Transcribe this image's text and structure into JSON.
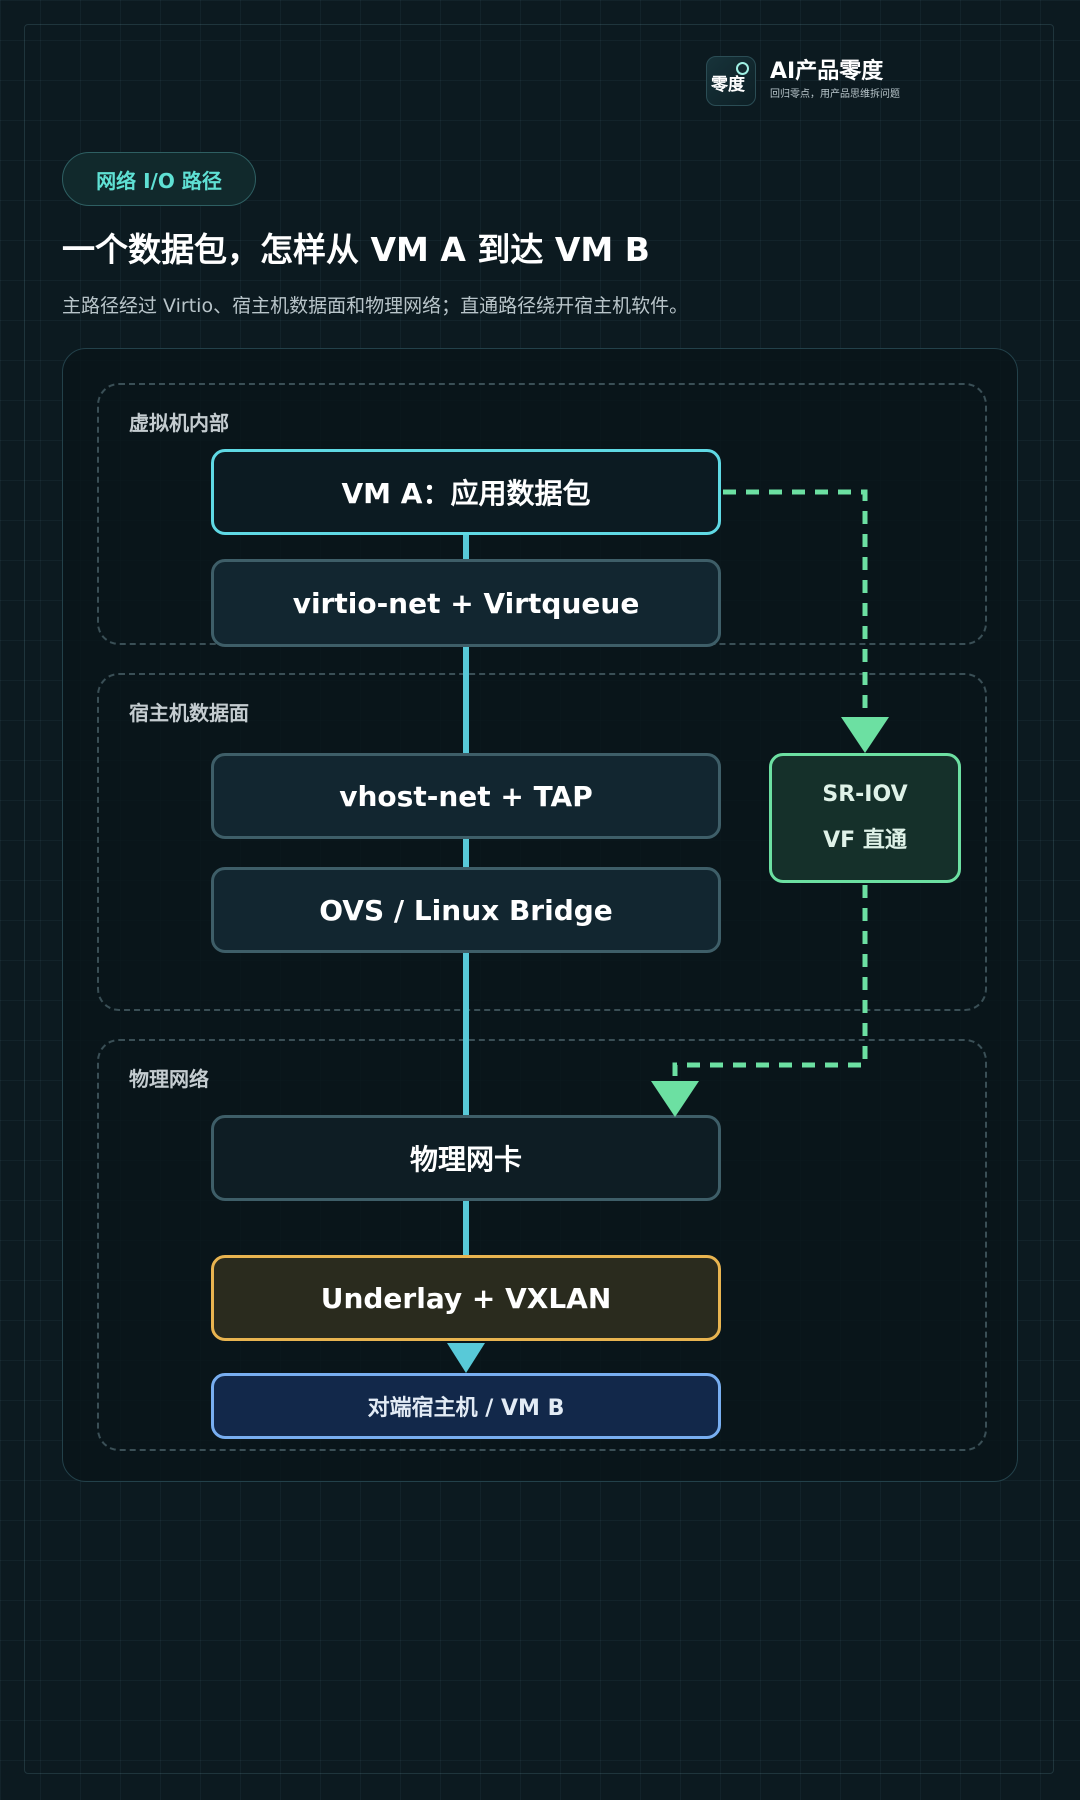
{
  "brand": {
    "logo_text": "零度",
    "name": "AI产品零度",
    "slogan": "回归零点，用产品思维拆问题"
  },
  "header": {
    "tag": "网络 I/O 路径",
    "title": "一个数据包，怎样从 VM A 到达 VM B",
    "subtitle": "主路径经过 Virtio、宿主机数据面和物理网络；直通路径绕开宿主机软件。"
  },
  "diagram": {
    "zones": {
      "vm_internal": "虚拟机内部",
      "host_dataplane": "宿主机数据面",
      "physical_network": "物理网络"
    },
    "nodes": {
      "vm_a": "VM A：应用数据包",
      "virtio": "virtio-net + Virtqueue",
      "vhost": "vhost-net + TAP",
      "bridge": "OVS / Linux Bridge",
      "sriov_line1": "SR-IOV",
      "sriov_line2": "VF 直通",
      "nic": "物理网卡",
      "underlay": "Underlay + VXLAN",
      "peer": "对端宿主机 / VM B"
    },
    "colors": {
      "main_path": "#58c9d8",
      "bypass_path": "#6ce0a2",
      "vm_a_border": "#5fd9e4",
      "underlay_border": "#e8b450",
      "peer_border": "#78aef0"
    }
  }
}
